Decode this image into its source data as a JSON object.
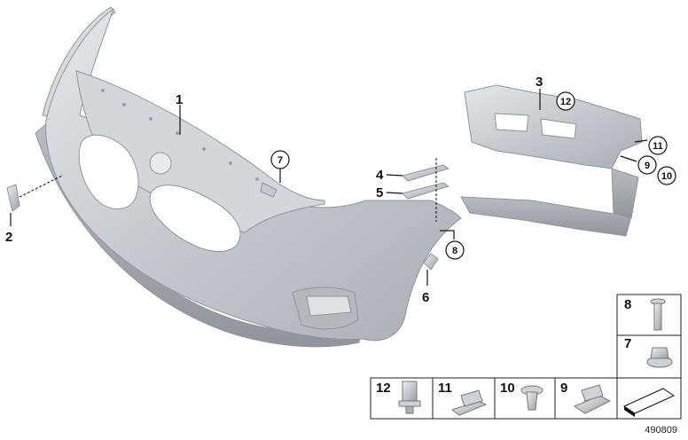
{
  "callouts": {
    "c1": "1",
    "c2": "2",
    "c3": "3",
    "c4": "4",
    "c5": "5",
    "c6": "6",
    "c7": "7",
    "c8": "8",
    "c9": "9",
    "c10": "10",
    "c11": "11",
    "c12": "12"
  },
  "legend": {
    "r8": "8",
    "r7": "7",
    "b12": "12",
    "b11": "11",
    "b10": "10",
    "b9": "9"
  },
  "doc_id": "490809"
}
